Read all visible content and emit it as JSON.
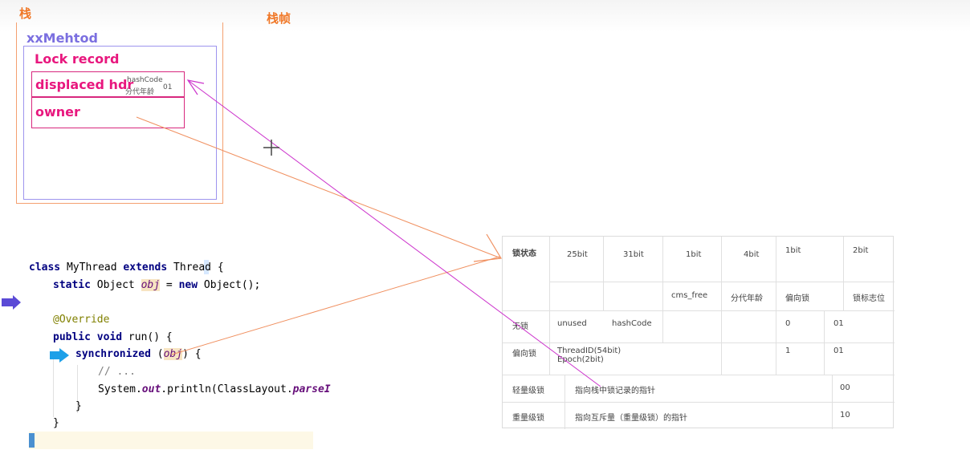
{
  "stack_label": "栈",
  "frame_label": "栈帧",
  "method_label": "xxMehtod",
  "lock_record": {
    "title": "Lock record",
    "displaced": "displaced hdr",
    "hash_label": "hashCode",
    "age_label": "分代年龄",
    "bits": "01",
    "owner": "owner"
  },
  "code": {
    "l1_kw1": "class",
    "l1_name": " MyThread ",
    "l1_kw2": "extends",
    "l1_rest": " Thread ",
    "l1_brace": "{",
    "l2_kw": "static",
    "l2_type": " Object ",
    "l2_var": "obj",
    "l2_eq": " = ",
    "l2_new": "new",
    "l2_rest": " Object();",
    "l3": "@Override",
    "l4_kw": "public void",
    "l4_rest": " run() {",
    "l5_kw": "synchronized",
    "l5_open": " (",
    "l5_var": "obj",
    "l5_close": ") {",
    "l6": "// ...",
    "l7_a": "System.",
    "l7_out": "out",
    "l7_b": ".println(ClassLayout.",
    "l7_c": "parseI",
    "l8": "}",
    "l9": "}"
  },
  "table": {
    "h_state": "锁状态",
    "h_25": "25bit",
    "h_31": "31bit",
    "h_1a": "1bit",
    "h_4": "4bit",
    "h_1b": "1bit",
    "h_2": "2bit",
    "s_cms": "cms_free",
    "s_age": "分代年龄",
    "s_bias": "偏向锁",
    "s_flag": "锁标志位",
    "r1_state": "无锁",
    "r1_a": "unused",
    "r1_b": "hashCode",
    "r1_c": "0",
    "r1_d": "01",
    "r2_state": "偏向锁",
    "r2_a1": "ThreadID(54bit)",
    "r2_a2": "Epoch(2bit)",
    "r2_c": "1",
    "r2_d": "01",
    "r3_state": "轻量级锁",
    "r3_a": "指向栈中锁记录的指针",
    "r3_d": "00",
    "r4_state": "重量级锁",
    "r4_a": "指向互斥量（重量级锁）的指针",
    "r4_d": "10"
  },
  "colors": {
    "orange": "#f07828",
    "purple": "#7b6fe0",
    "magenta": "#e8177e",
    "arrow_magenta": "#cc33cc",
    "arrow_orange": "#f09060"
  }
}
